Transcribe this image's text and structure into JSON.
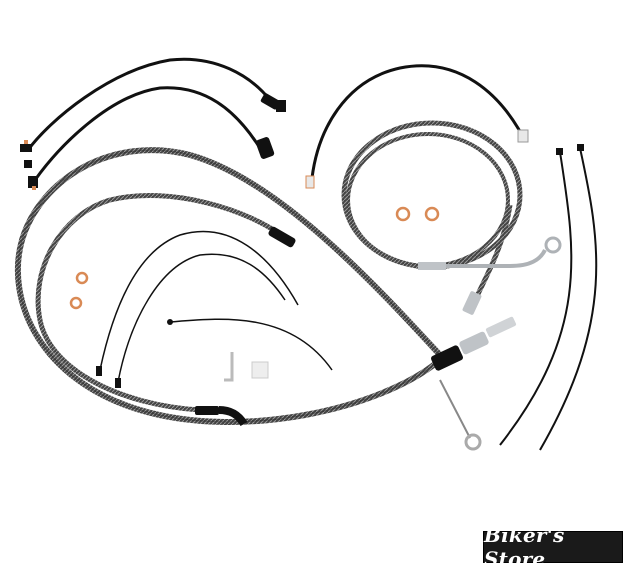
{
  "watermark": {
    "text": "Biker's Store"
  },
  "colors": {
    "background": "#ffffff",
    "braid_dark": "#3a3a3a",
    "braid_light": "#9a9a9a",
    "wire_black": "#111111",
    "copper": "#d98a55",
    "chrome": "#bfc3c7",
    "watermark_bg": "#1a1a1a",
    "watermark_text": "#ffffff"
  },
  "items": [
    "wiring-harness-extension-1",
    "wiring-harness-extension-2",
    "wiring-harness-extension-3",
    "braided-clutch-cable",
    "braided-throttle-cable",
    "braided-brake-line",
    "copper-crush-washers",
    "cable-ties",
    "wire-clips"
  ]
}
